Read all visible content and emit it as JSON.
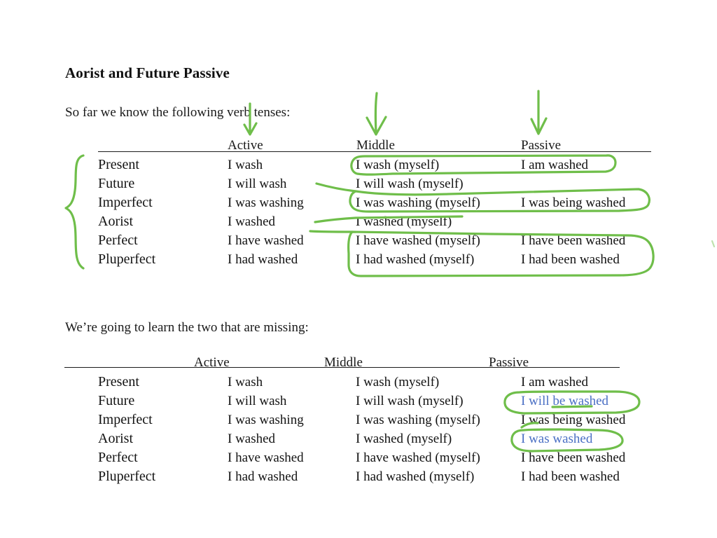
{
  "document": {
    "title": "Aorist and Future Passive",
    "lead_one": "So far we know the following verb tenses:",
    "lead_two": "We’re going to learn the two that are missing:"
  },
  "colors": {
    "ink_green": "#6fbe4a",
    "highlight_blue": "#4a6fc4",
    "text": "#131313",
    "rule": "#1b1b1b"
  },
  "table_one": {
    "headers": [
      "Active",
      "Middle",
      "Passive"
    ],
    "rows": [
      {
        "tense": "Present",
        "active": "I wash",
        "middle": "I wash (myself)",
        "passive": "I am washed"
      },
      {
        "tense": "Future",
        "active": "I will wash",
        "middle": "I will wash (myself)",
        "passive": ""
      },
      {
        "tense": "Imperfect",
        "active": "I was washing",
        "middle": "I was washing (myself)",
        "passive": "I was being washed"
      },
      {
        "tense": "Aorist",
        "active": "I washed",
        "middle": "I washed (myself)",
        "passive": ""
      },
      {
        "tense": "Perfect",
        "active": "I have washed",
        "middle": "I have washed (myself)",
        "passive": "I have been washed"
      },
      {
        "tense": "Pluperfect",
        "active": "I had washed",
        "middle": "I had washed (myself)",
        "passive": "I had been washed"
      }
    ]
  },
  "table_two": {
    "headers": [
      "Active",
      "Middle",
      "Passive"
    ],
    "rows": [
      {
        "tense": "Present",
        "active": "I wash",
        "middle": "I wash (myself)",
        "passive": "I am washed",
        "passive_highlighted": false
      },
      {
        "tense": "Future",
        "active": "I will wash",
        "middle": "I will wash (myself)",
        "passive": "I will be washed",
        "passive_highlighted": true
      },
      {
        "tense": "Imperfect",
        "active": "I was washing",
        "middle": "I was washing (myself)",
        "passive": "I was being washed",
        "passive_highlighted": false
      },
      {
        "tense": "Aorist",
        "active": "I washed",
        "middle": "I washed (myself)",
        "passive": "I was washed",
        "passive_highlighted": true
      },
      {
        "tense": "Perfect",
        "active": "I have washed",
        "middle": "I have washed (myself)",
        "passive": "I have been washed",
        "passive_highlighted": false
      },
      {
        "tense": "Pluperfect",
        "active": "I had washed",
        "middle": "I had washed (myself)",
        "passive": "I had been washed",
        "passive_highlighted": false
      }
    ]
  },
  "annotations": {
    "arrow_active": "down-arrow-icon",
    "arrow_middle": "down-arrow-icon",
    "arrow_passive": "down-arrow-icon",
    "brace_left": "curly-brace-icon",
    "enclosure_present_row": "hand-drawn-enclosure",
    "enclosure_imperfect_row": "hand-drawn-enclosure",
    "enclosure_perfect_pluperfect": "hand-drawn-enclosure",
    "circle_future_passive": "hand-drawn-circle",
    "circle_aorist_passive": "hand-drawn-circle"
  }
}
